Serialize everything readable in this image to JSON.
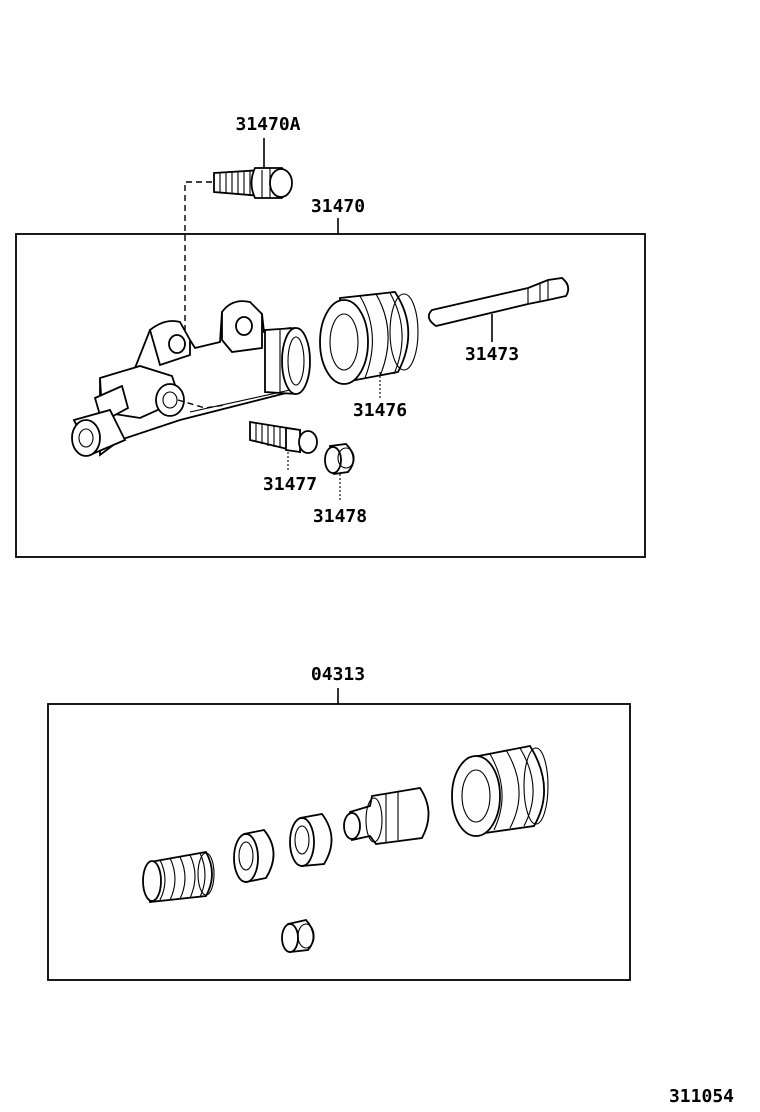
{
  "labels": {
    "bolt": "31470A",
    "cylinder_assy": "31470",
    "push_rod": "31473",
    "boot": "31476",
    "bleeder_plug": "31477",
    "bleeder_cap": "31478",
    "repair_kit": "04313",
    "figure_number": "311054"
  }
}
